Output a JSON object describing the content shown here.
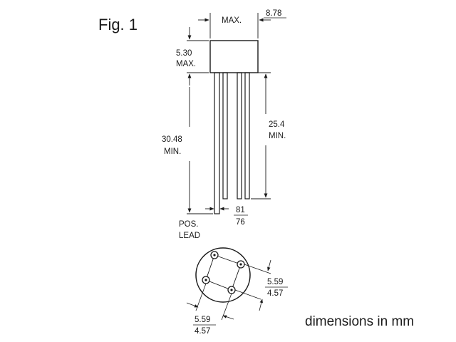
{
  "figure": {
    "title": "Fig. 1",
    "units_note": "dimensions in mm"
  },
  "dimensions": {
    "body_width_label": "MAX.",
    "body_width_value": "8.78",
    "body_height_value": "5.30",
    "body_height_label": "MAX.",
    "pos_lead_length_value": "30.48",
    "pos_lead_length_label": "MIN.",
    "lead_length_value": "25.4",
    "lead_length_label": "MIN.",
    "lead_diameter_upper": "81",
    "lead_diameter_lower": "76",
    "pos_lead_label_1": "POS.",
    "pos_lead_label_2": "LEAD",
    "pin_spacing_vertical_upper": "5.59",
    "pin_spacing_vertical_lower": "4.57",
    "pin_spacing_horizontal_upper": "5.59",
    "pin_spacing_horizontal_lower": "4.57"
  },
  "colors": {
    "line": "#1a1a1a",
    "background": "#ffffff"
  }
}
